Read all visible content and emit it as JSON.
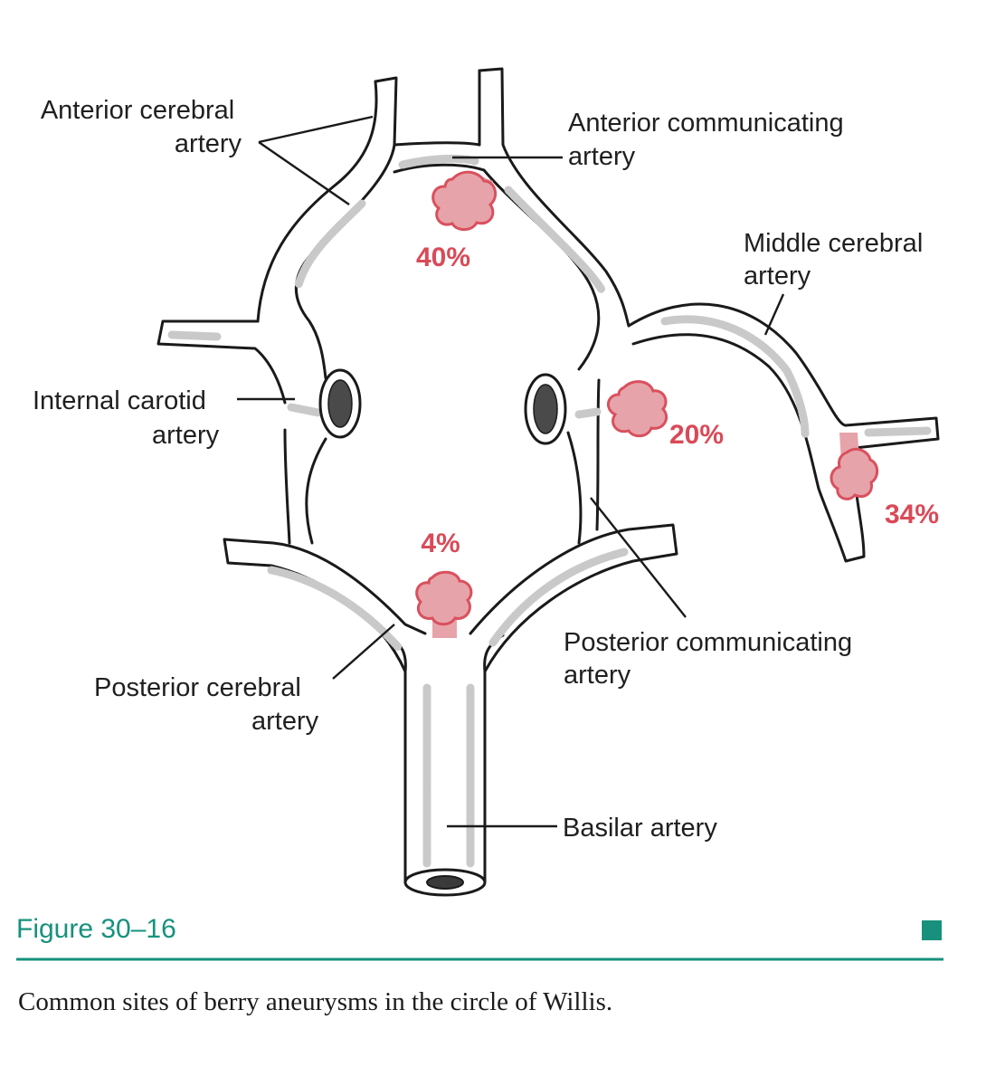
{
  "labels": {
    "aca": [
      "Anterior cerebral",
      "artery"
    ],
    "acom": [
      "Anterior communicating",
      "artery"
    ],
    "mca": [
      "Middle cerebral",
      "artery"
    ],
    "ica": [
      "Internal carotid",
      "artery"
    ],
    "pcom": [
      "Posterior communicating",
      "artery"
    ],
    "pca": [
      "Posterior cerebral",
      "artery"
    ],
    "basilar": "Basilar artery"
  },
  "aneurysm_sites": [
    {
      "site": "acom",
      "percent": "40%"
    },
    {
      "site": "pcom",
      "percent": "20%"
    },
    {
      "site": "mca",
      "percent": "34%"
    },
    {
      "site": "basilar",
      "percent": "4%"
    }
  ],
  "figure": {
    "title": "Figure 30–16",
    "caption": "Common sites of berry aneurysms in the circle of Willis."
  },
  "colors": {
    "aneurysm": "#d9505d",
    "figure_title": "#17917d",
    "rule": "#17917d"
  }
}
